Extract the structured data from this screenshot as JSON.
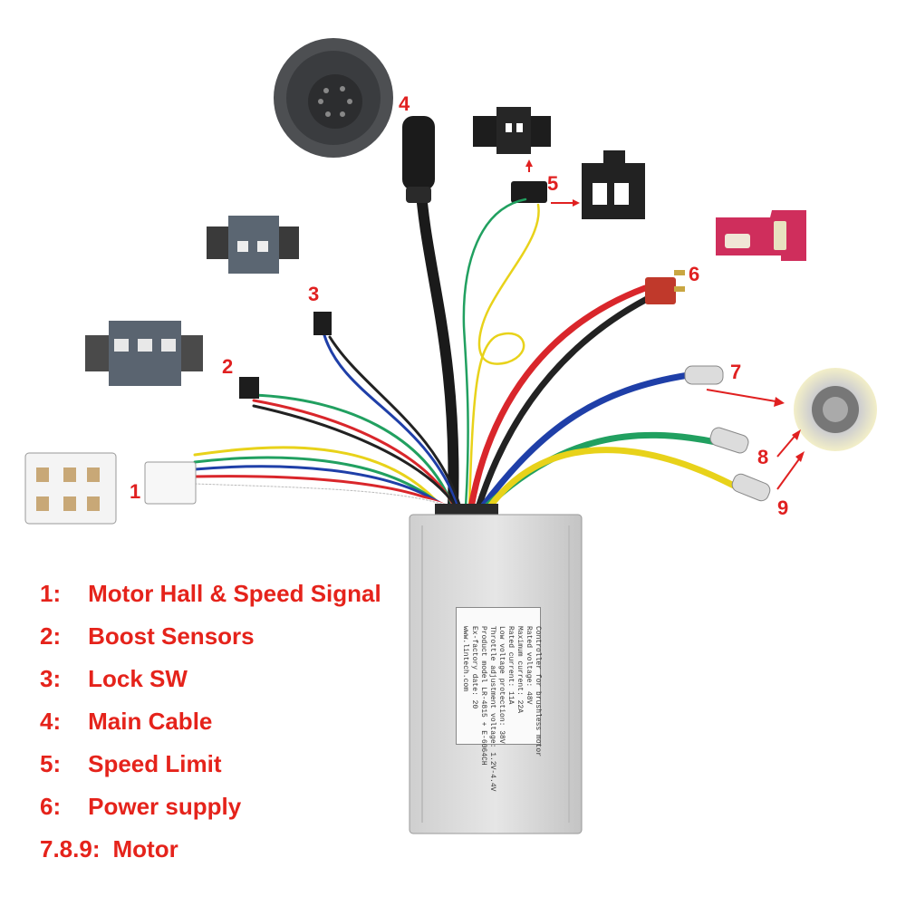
{
  "callouts": {
    "n1": "1",
    "n2": "2",
    "n3": "3",
    "n4": "4",
    "n5": "5",
    "n6": "6",
    "n7": "7",
    "n8": "8",
    "n9": "9"
  },
  "legend": [
    {
      "key": "1:",
      "text": "Motor Hall & Speed Signal"
    },
    {
      "key": "2:",
      "text": "Boost Sensors"
    },
    {
      "key": "3:",
      "text": "Lock SW"
    },
    {
      "key": "4:",
      "text": "Main Cable"
    },
    {
      "key": "5:",
      "text": "Speed Limit"
    },
    {
      "key": "6:",
      "text": "Power supply"
    },
    {
      "key": "7.8.9:",
      "text": "Motor"
    }
  ],
  "controller_label": {
    "title": "Controller for brushless motor",
    "lines": [
      "Rated voltage:        48V",
      "Maximum current:      22A",
      "Rated current:        11A",
      "Low voltage protection: 38V",
      "Throttle adjustment voltage: 1.2V-4.4V",
      "Product model LR-4815 + E-6064CH",
      "Ex-factory date: 20",
      "www.lintech.com"
    ]
  },
  "colors": {
    "callout": "#e02020",
    "legend": "#e5231b",
    "wire_red": "#d9262b",
    "wire_black": "#222222",
    "wire_blue": "#1f3fa8",
    "wire_green": "#21a060",
    "wire_yellow": "#e8d21a",
    "housing": "#d8d8d8"
  }
}
